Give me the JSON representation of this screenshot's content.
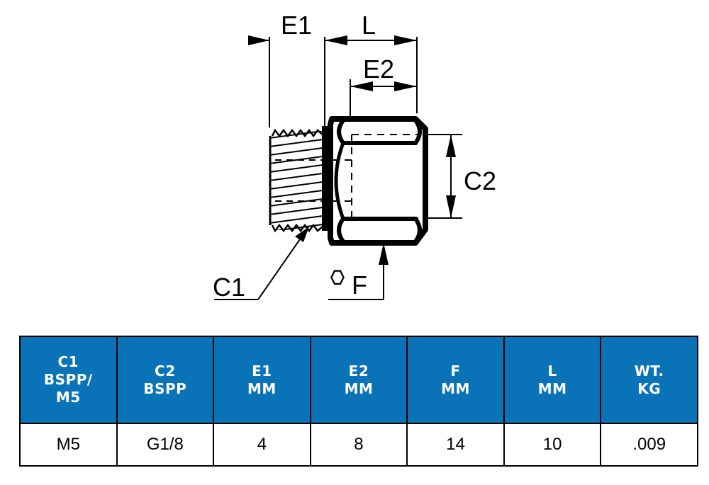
{
  "diagram": {
    "labels": {
      "e1": "E1",
      "l": "L",
      "e2": "E2",
      "c2": "C2",
      "c1": "C1",
      "f": "F"
    },
    "icons": {
      "hex": "hexagon-icon"
    }
  },
  "table": {
    "header_color": "#0a73b8",
    "headers": [
      {
        "lines": [
          "C1",
          "BSPP/",
          "M5"
        ]
      },
      {
        "lines": [
          "C2",
          "BSPP"
        ]
      },
      {
        "lines": [
          "E1",
          "MM"
        ]
      },
      {
        "lines": [
          "E2",
          "MM"
        ]
      },
      {
        "lines": [
          "F",
          "MM"
        ]
      },
      {
        "lines": [
          "L",
          "MM"
        ]
      },
      {
        "lines": [
          "WT.",
          "KG"
        ]
      }
    ],
    "rows": [
      [
        "M5",
        "G1/8",
        "4",
        "8",
        "14",
        "10",
        ".009"
      ]
    ]
  }
}
